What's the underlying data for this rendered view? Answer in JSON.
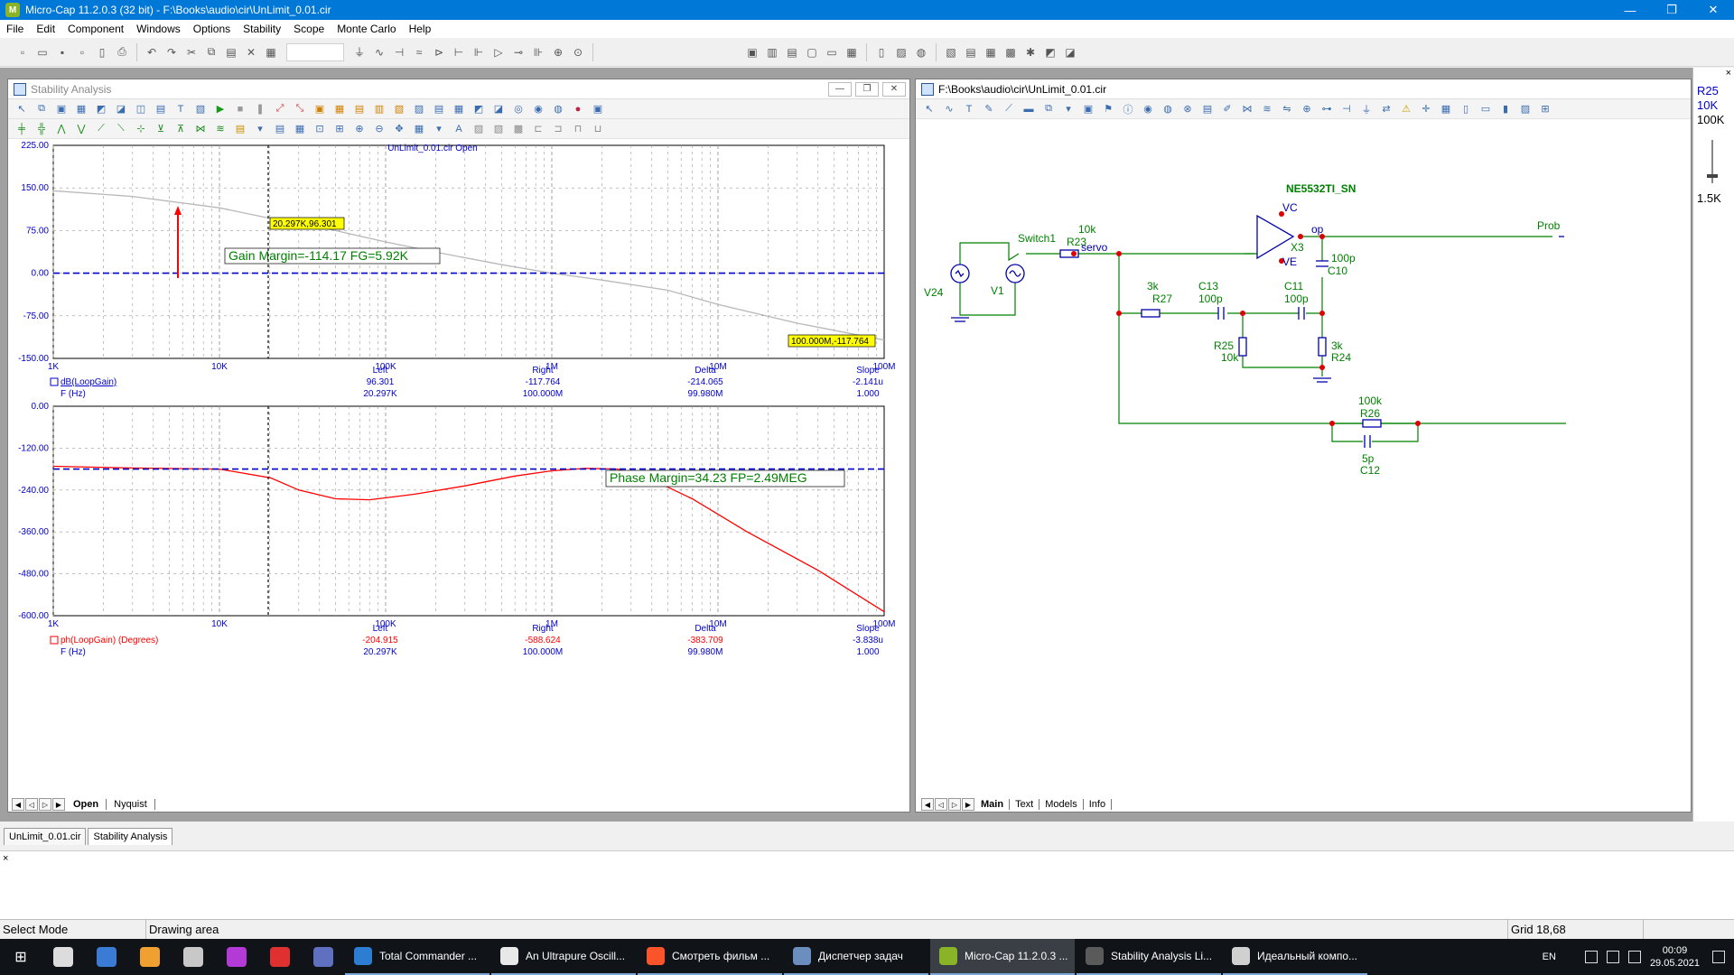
{
  "window": {
    "title": "Micro-Cap 11.2.0.3 (32 bit) - F:\\Books\\audio\\cir\\UnLimit_0.01.cir",
    "minimize": "—",
    "maximize": "❐",
    "close": "✕"
  },
  "menu": [
    "File",
    "Edit",
    "Component",
    "Windows",
    "Options",
    "Stability",
    "Scope",
    "Monte Carlo",
    "Help"
  ],
  "stability_window": {
    "title": "Stability Analysis",
    "plot_title": "UnLimit_0.01.cir Open",
    "tabs": [
      "Open",
      "Nyquist"
    ],
    "gain_plot": {
      "y_ticks": [
        "225.00",
        "150.00",
        "75.00",
        "0.00",
        "-75.00",
        "-150.00"
      ],
      "x_ticks": [
        "1K",
        "10K",
        "100K",
        "1M",
        "10M",
        "100M"
      ],
      "cursor_label_left": "20.297K,96.301",
      "cursor_label_right": "100.000M,-117.764",
      "margin_label": "Gain Margin=-114.17 FG=5.92K",
      "trace_name": "dB(LoopGain)",
      "x_var": "F (Hz)",
      "readout_headers": [
        "Left",
        "Right",
        "Delta",
        "Slope"
      ],
      "readout_values_y": [
        "96.301",
        "-117.764",
        "-214.065",
        "-2.141u"
      ],
      "readout_values_x": [
        "20.297K",
        "100.000M",
        "99.980M",
        "1.000"
      ]
    },
    "phase_plot": {
      "y_ticks": [
        "0.00",
        "-120.00",
        "-240.00",
        "-360.00",
        "-480.00",
        "-600.00"
      ],
      "x_ticks": [
        "1K",
        "10K",
        "100K",
        "1M",
        "10M",
        "100M"
      ],
      "margin_label": "Phase Margin=34.23 FP=2.49MEG",
      "trace_name": "ph(LoopGain) (Degrees)",
      "x_var": "F (Hz)",
      "readout_headers": [
        "Left",
        "Right",
        "Delta",
        "Slope"
      ],
      "readout_values_y": [
        "-204.915",
        "-588.624",
        "-383.709",
        "-3.838u"
      ],
      "readout_values_x": [
        "20.297K",
        "100.000M",
        "99.980M",
        "1.000"
      ]
    },
    "colors": {
      "gain_trace": "#b8b8b8",
      "phase_trace": "#ff0000",
      "dashed_ref": "#0000cc",
      "label_bg": "#ffff00"
    }
  },
  "chart_data": [
    {
      "type": "line",
      "title": "UnLimit_0.01.cir Open",
      "xlabel": "F (Hz)",
      "ylabel": "dB(LoopGain)",
      "x_scale": "log",
      "xlim": [
        1000,
        100000000
      ],
      "ylim": [
        -150,
        225
      ],
      "x_ticks": [
        "1K",
        "10K",
        "100K",
        "1M",
        "10M",
        "100M"
      ],
      "y_ticks": [
        "225.00",
        "150.00",
        "75.00",
        "0.00",
        "-75.00",
        "-150.00"
      ],
      "grid": true,
      "series": [
        {
          "name": "dB(LoopGain)",
          "x": [
            1000,
            3000,
            10000,
            20297,
            50000,
            100000,
            200000,
            500000,
            1000000,
            2000000,
            5000000,
            10000000,
            30000000,
            100000000
          ],
          "y": [
            145,
            135,
            115,
            96.3,
            75,
            55,
            37,
            15,
            0,
            -12,
            -30,
            -55,
            -88,
            -117.8
          ]
        },
        {
          "name": "",
          "x": [
            1000,
            100000000
          ],
          "y": [
            0,
            0
          ]
        }
      ]
    },
    {
      "type": "line",
      "title": "",
      "xlabel": "F (Hz)",
      "ylabel": "ph(LoopGain) (Degrees)",
      "x_scale": "log",
      "xlim": [
        1000,
        100000000
      ],
      "ylim": [
        -600,
        0
      ],
      "x_ticks": [
        "1K",
        "10K",
        "100K",
        "1M",
        "10M",
        "100M"
      ],
      "y_ticks": [
        "0.00",
        "-120.00",
        "-240.00",
        "-360.00",
        "-480.00",
        "-600.00"
      ],
      "grid": true,
      "series": [
        {
          "name": "ph(LoopGain) (Degrees)",
          "x": [
            1000,
            3000,
            10000,
            20297,
            30000,
            50000,
            80000,
            150000,
            300000,
            600000,
            1000000,
            1600000,
            2490000,
            4000000,
            7000000,
            15000000,
            40000000,
            100000000
          ],
          "y": [
            -172,
            -177,
            -180,
            -205,
            -240,
            -265,
            -268,
            -252,
            -228,
            -200,
            -185,
            -178,
            -180,
            -210,
            -265,
            -360,
            -470,
            -588.6
          ]
        },
        {
          "name": "",
          "x": [
            1000,
            100000000
          ],
          "y": [
            -180,
            -180
          ]
        }
      ]
    }
  ],
  "schematic_window": {
    "title": "F:\\Books\\audio\\cir\\UnLimit_0.01.cir",
    "tabs": [
      "Main",
      "Text",
      "Models",
      "Info"
    ],
    "labels": {
      "opamp_model": "NE5532TI_SN",
      "opamp_name": "X3",
      "vc": "VC",
      "ve": "VE",
      "op": "op",
      "probe": "Prob",
      "switch": "Switch1",
      "r23_value": "10k",
      "r23": "R23",
      "servo": "servo",
      "v24": "V24",
      "v1": "V1",
      "r27_value": "3k",
      "r27": "R27",
      "c13": "C13",
      "c13_value": "100p",
      "c11": "C11",
      "c11_value": "100p",
      "c10_value": "100p",
      "c10": "C10",
      "r25": "R25",
      "r25_value": "10k",
      "r24_value": "3k",
      "r24": "R24",
      "r26_value": "100k",
      "r26": "R26",
      "c12_value": "5p",
      "c12": "C12"
    },
    "colors": {
      "wire": "#008000",
      "component": "#0000aa",
      "node": "#dd0000",
      "label_green": "#008000"
    }
  },
  "param_panel": {
    "lines": [
      "R25",
      "10K",
      "100K"
    ],
    "bottom_value": "1.5K",
    "close": "×"
  },
  "doc_tabs": [
    "UnLimit_0.01.cir",
    "Stability Analysis"
  ],
  "output_close": "×",
  "status": {
    "mode": "Select Mode",
    "area": "Drawing area",
    "grid": "Grid 18,68"
  },
  "taskbar": {
    "tasks": [
      "Total Commander ...",
      "An Ultrapure Oscill...",
      "Смотреть фильм ...",
      "Диспетчер задач",
      "Micro-Cap 11.2.0.3 ...",
      "Stability Analysis Li...",
      "Идеальный компо..."
    ],
    "task_colors": [
      "#2d7dd2",
      "#e8e8e8",
      "#fb542b",
      "#6c8ebf",
      "#8ab428",
      "#5a5a5a",
      "#d0d0d0"
    ],
    "pinned_colors": [
      "#dcdcdc",
      "#3a7bd5",
      "#f0a030",
      "#c8c8c8",
      "#b43ad8",
      "#e03030",
      "#6070c0"
    ],
    "lang": "EN",
    "time": "00:09",
    "date": "29.05.2021"
  }
}
